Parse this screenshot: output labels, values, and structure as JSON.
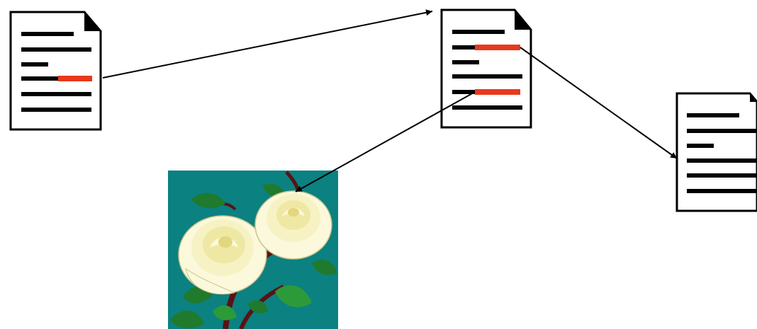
{
  "diagram": {
    "nodes": [
      {
        "id": "doc-a",
        "kind": "document",
        "highlighted_lines": 1
      },
      {
        "id": "doc-b",
        "kind": "document",
        "highlighted_lines": 2
      },
      {
        "id": "doc-c",
        "kind": "document",
        "highlighted_lines": 0
      },
      {
        "id": "rose-image",
        "kind": "image",
        "icon": "white-roses-image"
      }
    ],
    "links": [
      {
        "from": "doc-a",
        "to": "doc-b"
      },
      {
        "from": "doc-b",
        "to": "doc-c"
      },
      {
        "from": "doc-b",
        "to": "rose-image"
      }
    ],
    "colors": {
      "line": "#000000",
      "highlight": "#e8391e",
      "page": "#ffffff",
      "image_background": "#0b8181",
      "petal": "#fbf8dc",
      "petal_shade": "#efe8a4",
      "leaf": "#1f7a2e",
      "stem": "#5a1216"
    }
  }
}
